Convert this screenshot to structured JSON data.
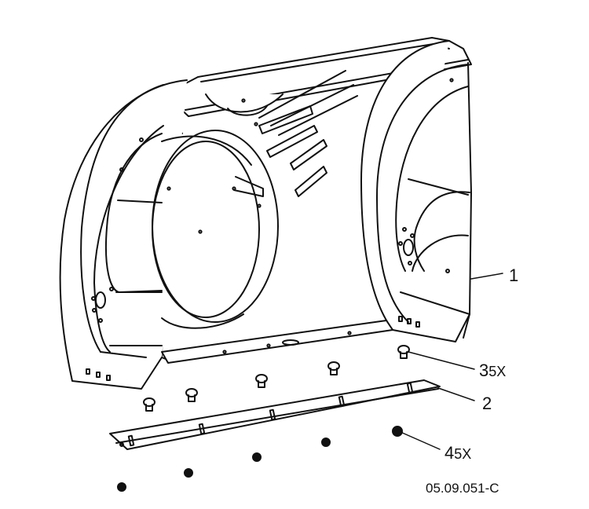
{
  "callouts": [
    {
      "number": "1",
      "quantity": ""
    },
    {
      "number": "2",
      "quantity": ""
    },
    {
      "number": "3",
      "quantity": "5X"
    },
    {
      "number": "4",
      "quantity": "5X"
    }
  ],
  "drawing_id": "05.09.051-C"
}
